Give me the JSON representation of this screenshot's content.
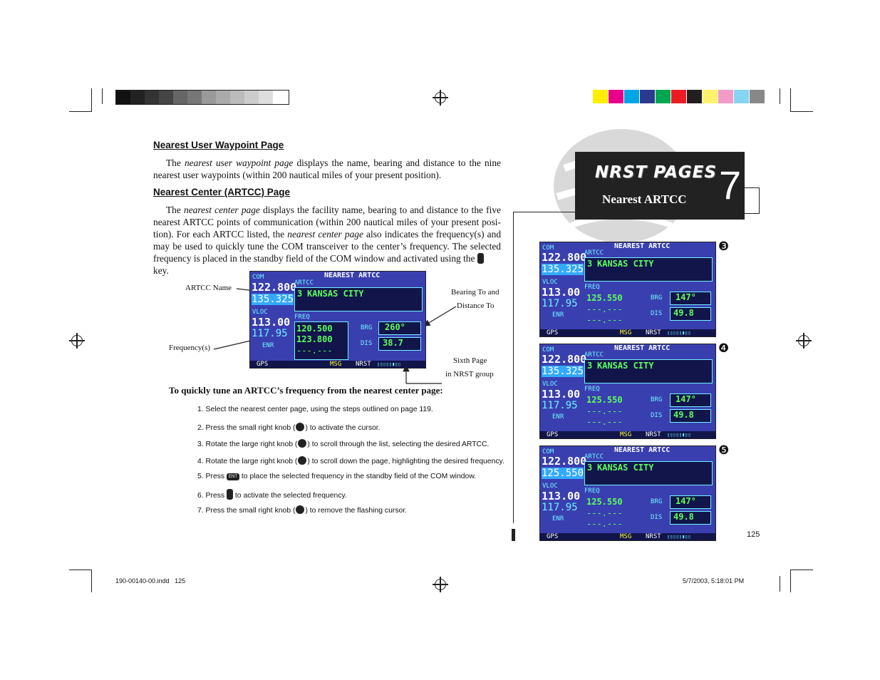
{
  "section1": {
    "heading": "Nearest User Waypoint Page",
    "p1": "The",
    "p1_em": "nearest user waypoint page",
    "p1_rest": "displays the name, bearing and distance to the nine nearest user waypoints (within 200 nautical miles of your present position)."
  },
  "section2": {
    "heading": "Nearest Center (ARTCC) Page",
    "p_a": "The",
    "p_em1": "nearest center page",
    "p_b": "displays the facility name, bearing to and distance to the five nearest ARTCC points of communication (within 200 nautical miles of your present posi-tion). For each ARTCC listed, the",
    "p_em2": "nearest center page",
    "p_c": "also indicates the frequency(s) and may be used to quickly tune the COM transceiver to the center’s frequency. The selected frequency is placed in the standby field of the COM window and activated using the",
    "p_d": "key."
  },
  "callouts": {
    "artcc_name": "ARTCC Name",
    "frequency": "Frequency(s)",
    "bearing1": "Bearing To and",
    "bearing2": "Distance To",
    "sixth1": "Sixth Page",
    "sixth2": "in NRST group"
  },
  "procedure_title": "To quickly tune an ARTCC’s frequency from the nearest center page:",
  "steps": {
    "s1": "1. Select the nearest center page, using the steps outlined on page 119.",
    "s2a": "2. Press the small right knob (",
    "s2b": ") to activate the cursor.",
    "s3a": "3. Rotate the large right knob (",
    "s3b": ") to scroll through the list, selecting the desired ARTCC.",
    "s4a": "4. Rotate the large right knob (",
    "s4b": ") to scroll down the page, highlighting the desired frequency.",
    "s5a": "5. Press",
    "s5key": "ENT",
    "s5b": "to place the selected frequency in the standby field of the COM window.",
    "s6a": "6. Press",
    "s6b": "to activate the selected frequency.",
    "s7a": "7. Press the small right knob (",
    "s7b": ") to remove the flashing cursor."
  },
  "chapter": {
    "title": "NRST PAGES",
    "subtitle": "Nearest ARTCC",
    "number": "7"
  },
  "screen_common": {
    "header": "NEAREST ARTCC",
    "com": "COM",
    "vloc": "VLOC",
    "artcc": "ARTCC",
    "freq": "FREQ",
    "brg": "BRG",
    "dis": "DIS",
    "enr": "ENR",
    "gps": "GPS",
    "msg": "MSG",
    "nrst": "NRST"
  },
  "main_screen": {
    "com_active": "122.800",
    "com_standby": "135.325",
    "vloc_active": "113.00",
    "vloc_standby": "117.95",
    "artcc_name": "KANSAS CITY",
    "artcc_index": "3",
    "freq1": "120.500",
    "freq2": "123.800",
    "freq3": "---.---",
    "brg": "260°",
    "dis": "38.7"
  },
  "small_screens": [
    {
      "marker": "❸",
      "com_standby": "135.325",
      "freq_sel": "125.550",
      "artcc_index": "3"
    },
    {
      "marker": "❹",
      "com_standby": "135.325",
      "freq_sel": "125.550",
      "artcc_index": "3"
    },
    {
      "marker": "❺",
      "com_standby": "125.550",
      "freq_sel": "125.550",
      "artcc_index": "3"
    }
  ],
  "small_common": {
    "com_active": "122.800",
    "vloc_active": "113.00",
    "vloc_standby": "117.95",
    "artcc_name": "KANSAS CITY",
    "freq2": "---.---",
    "freq3": "---.---",
    "brg": "147°",
    "dis": "49.8"
  },
  "page_number": "125",
  "footer_left": "190-00140-00.indd   125",
  "footer_right": "5/7/2003, 5:18:01 PM",
  "swatches_gray": [
    "#111111",
    "#222222",
    "#333333",
    "#444444",
    "#666666",
    "#777777",
    "#999999",
    "#aaaaaa",
    "#bbbbbb",
    "#cccccc",
    "#dddddd",
    "#ffffff"
  ],
  "swatches_color": [
    "#ffee00",
    "#e8008a",
    "#00a6e6",
    "#2b3a8f",
    "#00a651",
    "#ed1c24",
    "#231f20",
    "#fff36b",
    "#f39ac6",
    "#86d3f2",
    "#888888"
  ]
}
